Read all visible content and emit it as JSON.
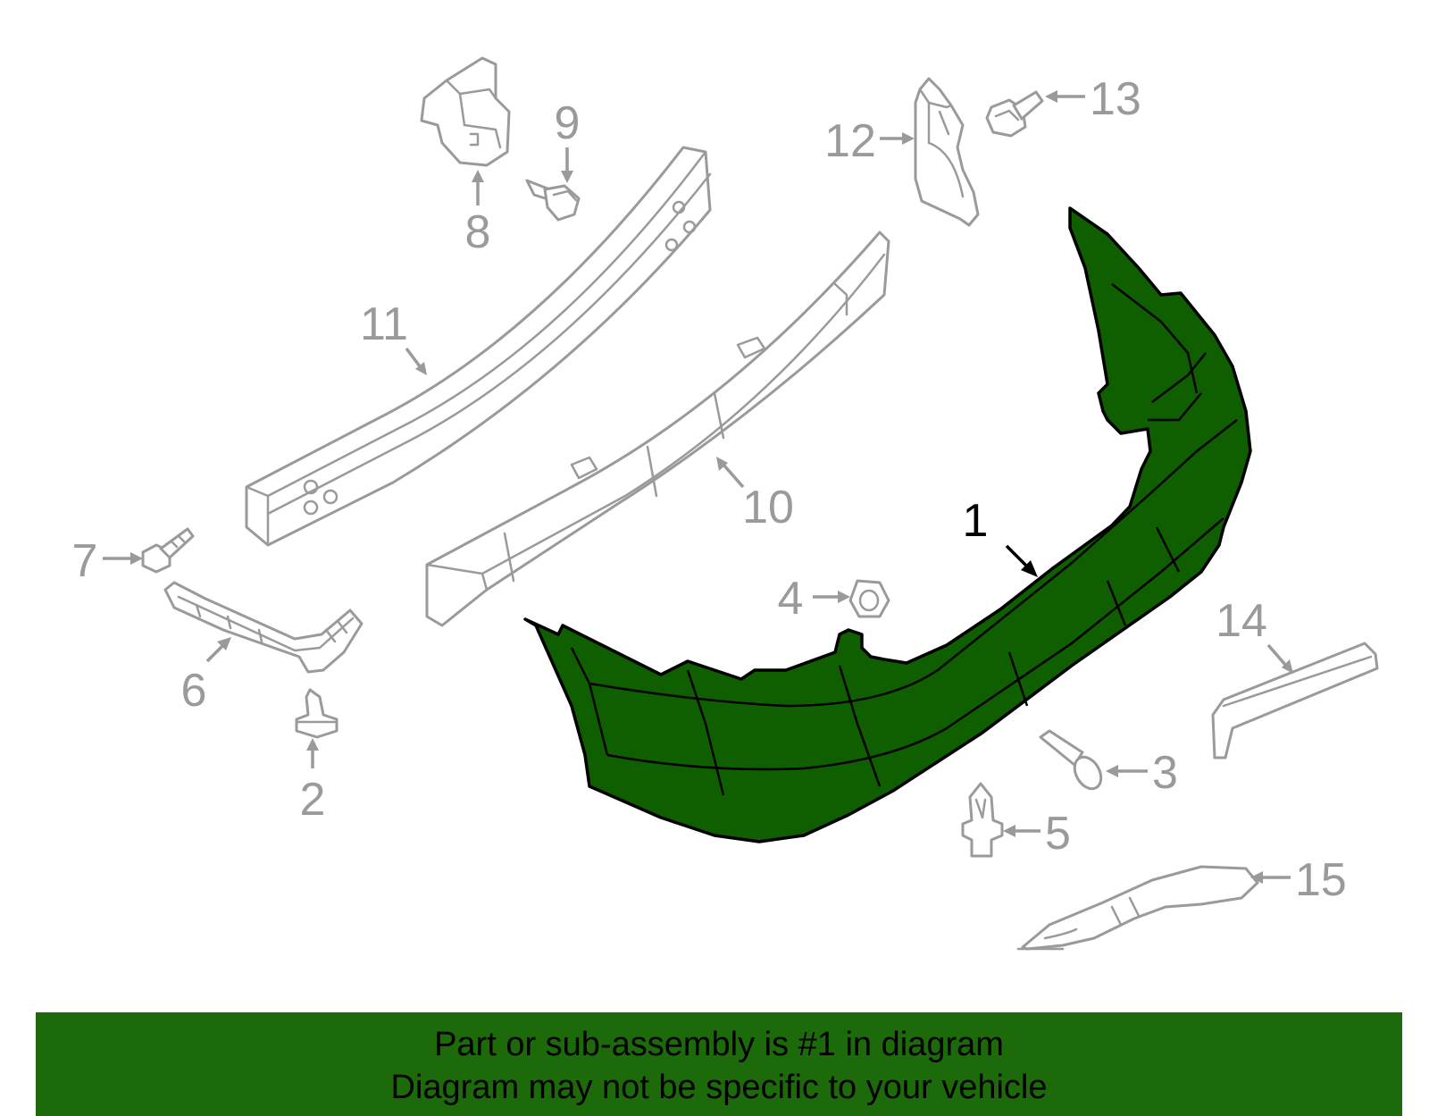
{
  "colors": {
    "highlight_fill": "#0f5e00",
    "highlight_outline": "#000000",
    "part_outline": "#9a9a9a",
    "banner_background": "#1c6a0a",
    "banner_text": "#000000"
  },
  "callouts": [
    {
      "part": "bumper-cover",
      "label": "1",
      "highlighted": true
    },
    {
      "part": "push-pin",
      "label": "2"
    },
    {
      "part": "bolt",
      "label": "3"
    },
    {
      "part": "nut",
      "label": "4"
    },
    {
      "part": "clip",
      "label": "5"
    },
    {
      "part": "side-bracket",
      "label": "6"
    },
    {
      "part": "screw",
      "label": "7"
    },
    {
      "part": "mount-bracket",
      "label": "8"
    },
    {
      "part": "bolt",
      "label": "9"
    },
    {
      "part": "energy-absorber",
      "label": "10"
    },
    {
      "part": "reinforcement-beam",
      "label": "11"
    },
    {
      "part": "upper-bracket",
      "label": "12"
    },
    {
      "part": "bolt",
      "label": "13"
    },
    {
      "part": "reflector",
      "label": "14"
    },
    {
      "part": "lower-trim",
      "label": "15"
    }
  ],
  "banner": {
    "line1": "Part or sub-assembly is #1 in diagram",
    "line2": "Diagram may not be specific to your vehicle"
  }
}
